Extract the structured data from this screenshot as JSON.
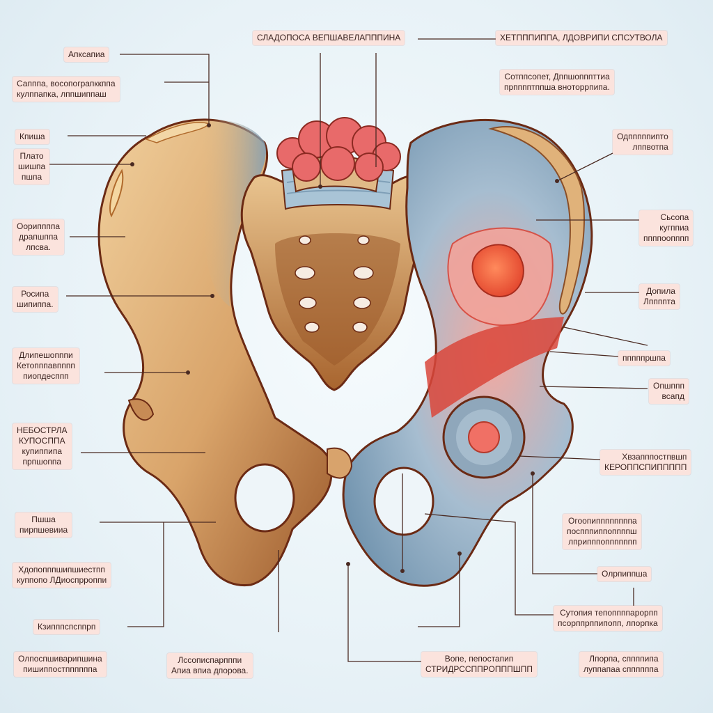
{
  "colors": {
    "bone_light": "#e8c08a",
    "bone_dark": "#8a4e27",
    "outline": "#6b2a14",
    "cartilage_blue": "#8fb0c6",
    "muscle_red": "#d9473b",
    "lesion_orange": "#f0633f",
    "label_bg": "#fbe3dd",
    "leader_line": "#4a2a22"
  },
  "labels": {
    "top_center": "СЛАДОПОСА ВЕПШАВЕЛАПППИНА",
    "top_right": "ХЕТПППИППА, ЛДОВРИПИ СПСУТВОЛА",
    "left_1": "Апксапиа",
    "left_2": "Сапппа, восопограпккппа\nкулппапка, лппшиппаш",
    "left_3": "Кпиша",
    "left_4": "Плато\nшишпа\nпшпа",
    "left_5": "Оориппппа\nдрапшппа\nлпсва.",
    "left_6": "Росипа\nшипиппа.",
    "left_7": "Длипешопппи\nКетопппавпппп\nпиопдесппп",
    "left_8": "НЕБОСТРЛА\nКУПОСППА\nкупиппипа\nпрпшоппа",
    "left_9": "Пшша\nпирпшевииа",
    "left_10": "Хдопопппшипшиестпп\nкуппопо ЛДиоспрроппи",
    "left_11": "Кзипппспсппрп",
    "bottom_1": "Олпоспшиварипшина\nпишиппостппппппа",
    "bottom_2": "Лссописпарпппи\nАпиа впиа дпорова.",
    "bottom_3": "Вопе, пепостапип\nСТРИДРССППРОПППШПП",
    "right_1": "Сотппсопет, Дппшопппттиа\nпрпппптппша вноторрпипа.",
    "right_2": "Одпппппипто\nлппвотпа",
    "right_3": "Сьсопа\nкугппиа\nппппоопппп",
    "right_4": "Допила\nЛппппта",
    "right_5": "пппппршпа",
    "right_6": "Опшппп\nвсапд",
    "right_7": "Хвзапппостпвшп\nКЕРОППСПИППППП",
    "right_8": "Огоопиппппппппа\nпоспппиппоппппш\nлприпппоппппппп",
    "right_9": "Олрпиппша",
    "right_10": "Сутопия тепоппппарорпп\nпсорппрппипопп, лпорпка",
    "right_11": "Лпорпа, сппппипа\nлуппапаа сппппппа"
  }
}
